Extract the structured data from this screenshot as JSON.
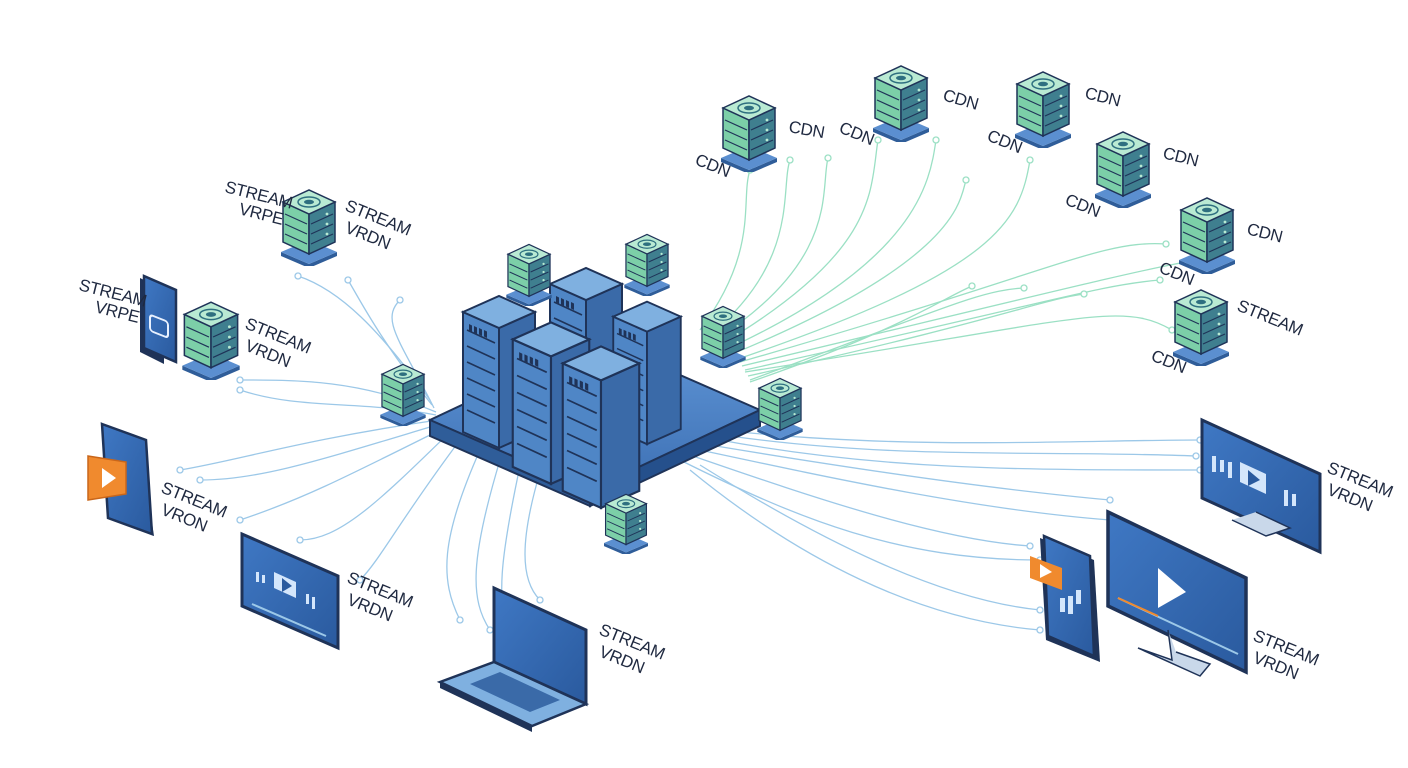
{
  "colors": {
    "background": "#ffffff",
    "server_dark": "#3a6aa8",
    "server_mid": "#4f86c6",
    "server_light": "#7fb0e0",
    "cdn_green": "#8fd3b0",
    "cdn_dark": "#2e6f80",
    "line_blue": "#9cc8e8",
    "line_green": "#9be0c4",
    "accent_orange": "#f08a2e",
    "outline": "#1f3358"
  },
  "icons": [
    "server-rack-icon",
    "cdn-node-icon",
    "smartphone-icon",
    "tablet-icon",
    "laptop-icon",
    "monitor-icon",
    "play-icon"
  ],
  "cdn_nodes": [
    {
      "label": "CDN"
    },
    {
      "label": "CDN"
    },
    {
      "label": "CDN"
    },
    {
      "label": "CDN"
    },
    {
      "label": "CDN"
    },
    {
      "label": "CDN"
    },
    {
      "label": "CDN"
    },
    {
      "label": "CDN"
    },
    {
      "label": "CDN"
    },
    {
      "label": "CDN"
    }
  ],
  "labels": {
    "stream_1a": "STREAM",
    "stream_1b": "VRPE",
    "stream_2a": "STREAM",
    "stream_2b": "VRDN",
    "stream_3a": "STREAM",
    "stream_3b": "VRPE",
    "stream_4a": "STREAM",
    "stream_4b": "VRDN",
    "stream_5a": "STREAM",
    "stream_5b": "VRON",
    "stream_6a": "STREAM",
    "stream_6b": "VRDN",
    "stream_7a": "STREAM",
    "stream_7b": "VRDN",
    "stream_8a": "STREAM",
    "stream_9a": "STREAM",
    "stream_9b": "VRDN",
    "stream_10a": "STREAM",
    "stream_10b": "VRDN"
  }
}
